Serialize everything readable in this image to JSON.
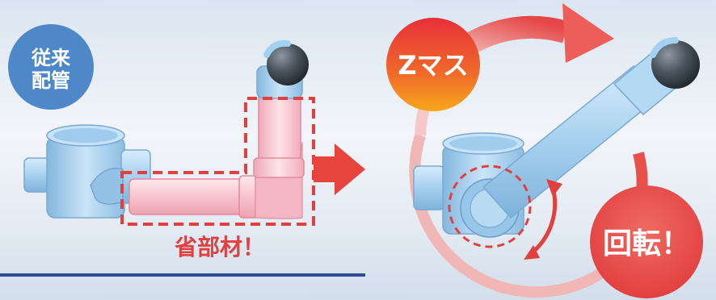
{
  "left_panel": {
    "badge_line1": "従来",
    "badge_line2": "配管",
    "caption": "省部材！"
  },
  "right_panel": {
    "badge_label": "Zマス",
    "rotate_label": "回転！"
  },
  "colors": {
    "badge_blue": "#4f88c8",
    "accent_red": "#e2403f",
    "pipe_blue": "#a9d3f1",
    "pipe_pink": "#f7c6cf",
    "underline_navy": "#2c4c94"
  }
}
